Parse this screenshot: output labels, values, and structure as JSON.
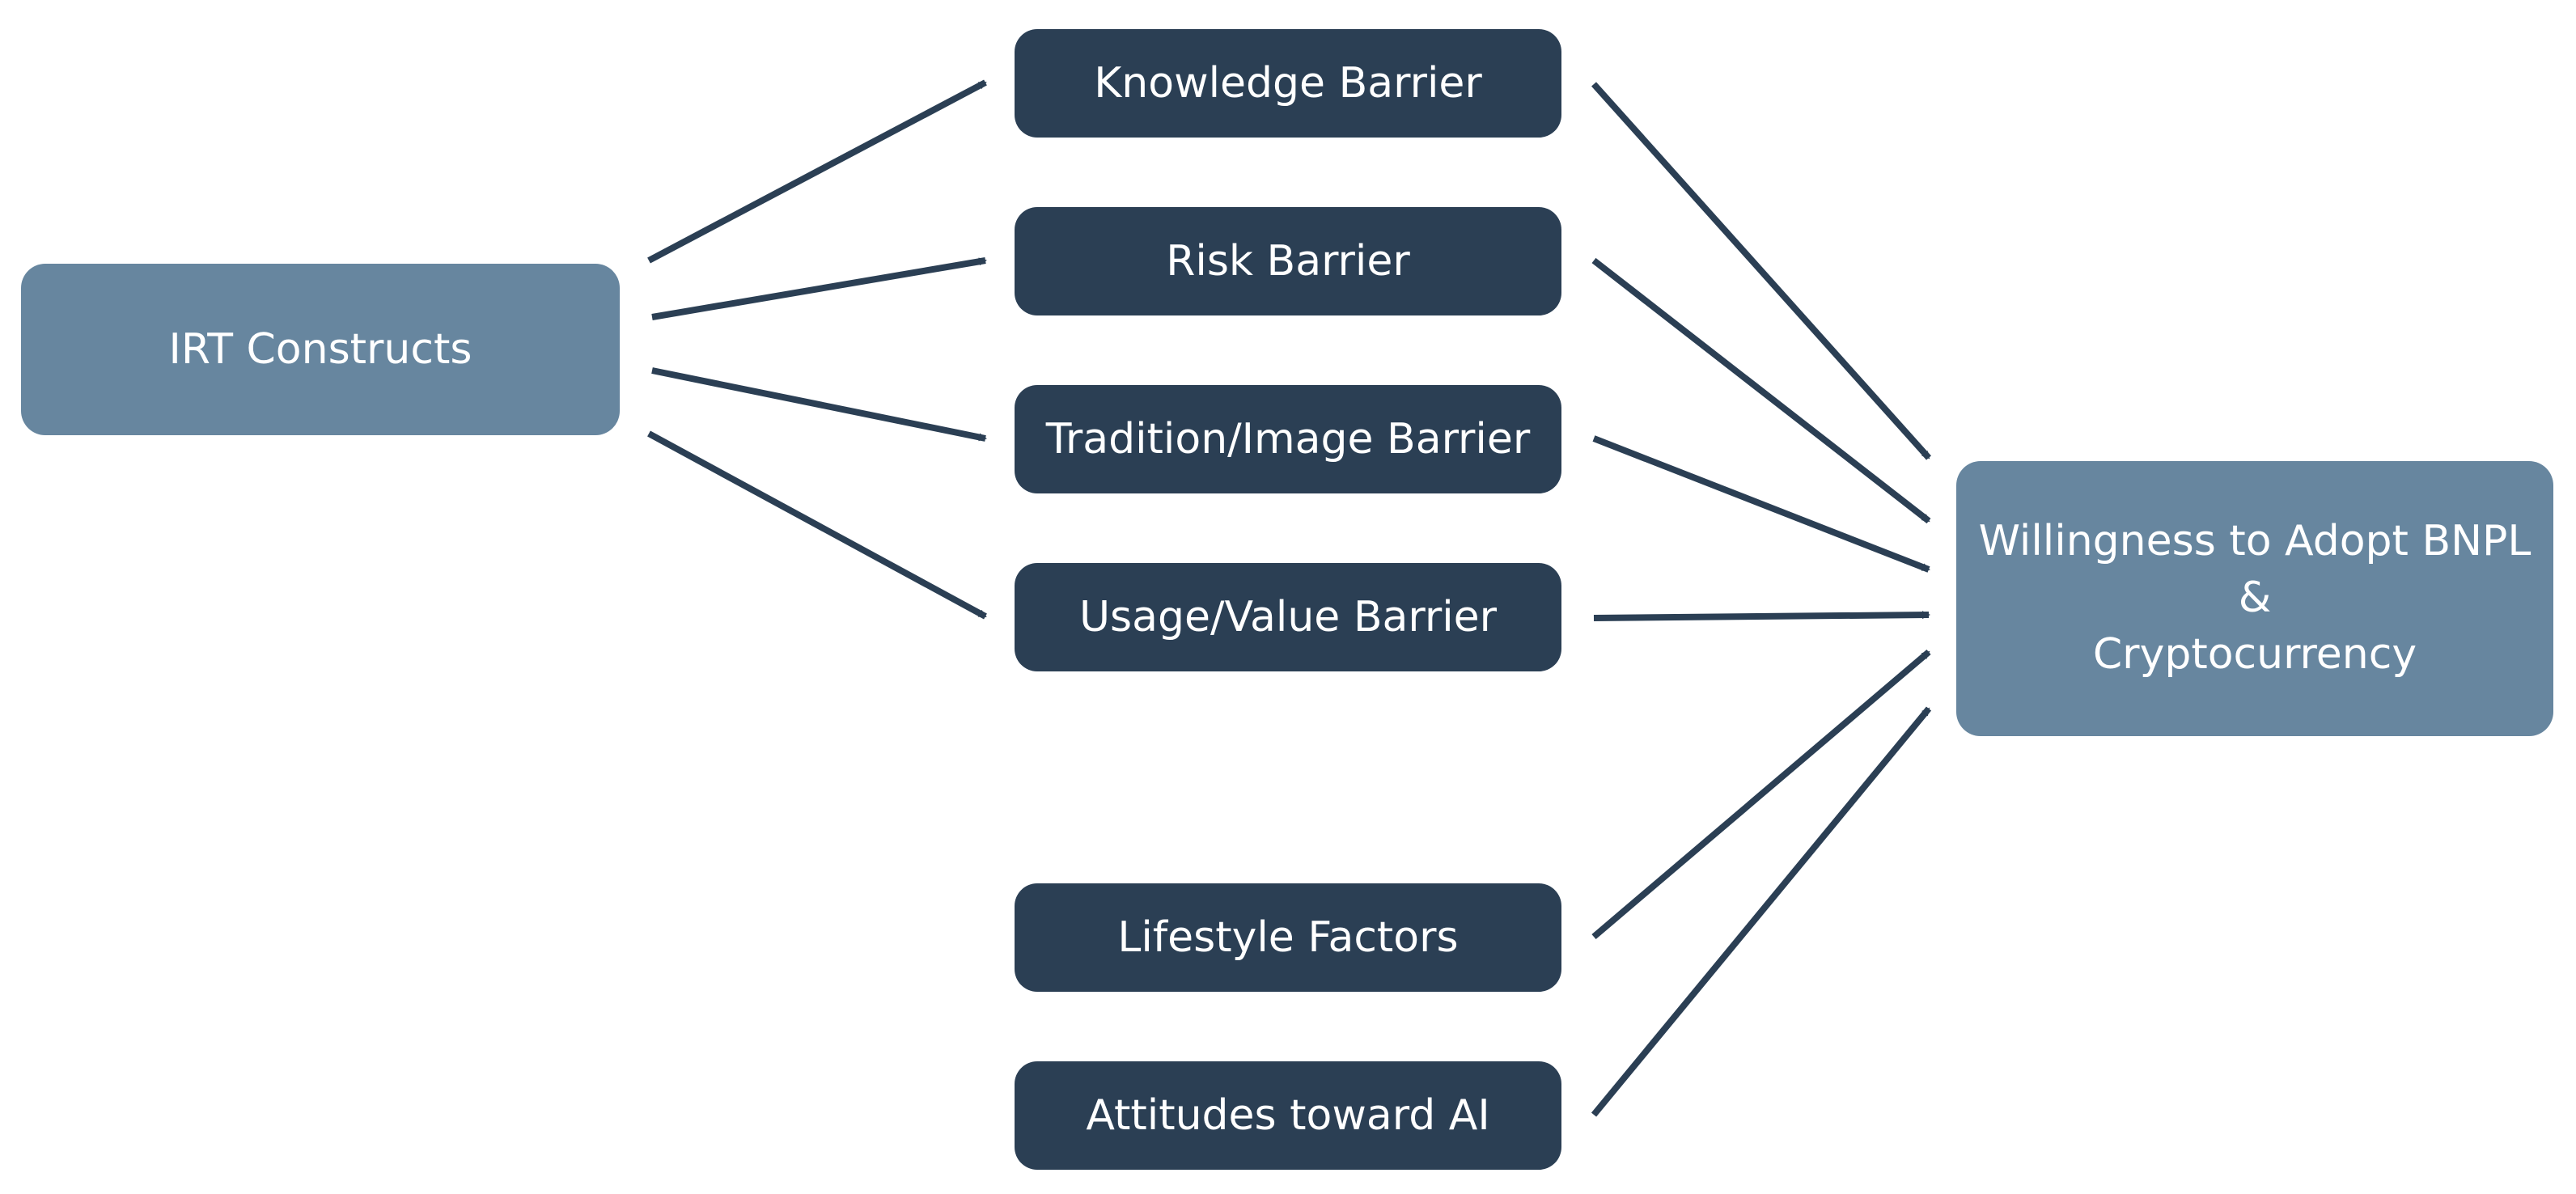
{
  "source_node": {
    "label": "IRT Constructs"
  },
  "barriers": [
    {
      "label": "Knowledge Barrier"
    },
    {
      "label": "Risk Barrier"
    },
    {
      "label": "Tradition/Image Barrier"
    },
    {
      "label": "Usage/Value Barrier"
    }
  ],
  "other_factors": [
    {
      "label": "Lifestyle Factors"
    },
    {
      "label": "Attitudes toward AI"
    }
  ],
  "outcome_node": {
    "lines": [
      "Willingness to Adopt BNPL",
      "&",
      "Cryptocurrency"
    ]
  },
  "colors": {
    "source_fill": "#67869f",
    "outcome_fill": "#67869f",
    "factor_fill": "#2b3f54",
    "arrow": "#2b3f54",
    "text": "#ffffff"
  }
}
